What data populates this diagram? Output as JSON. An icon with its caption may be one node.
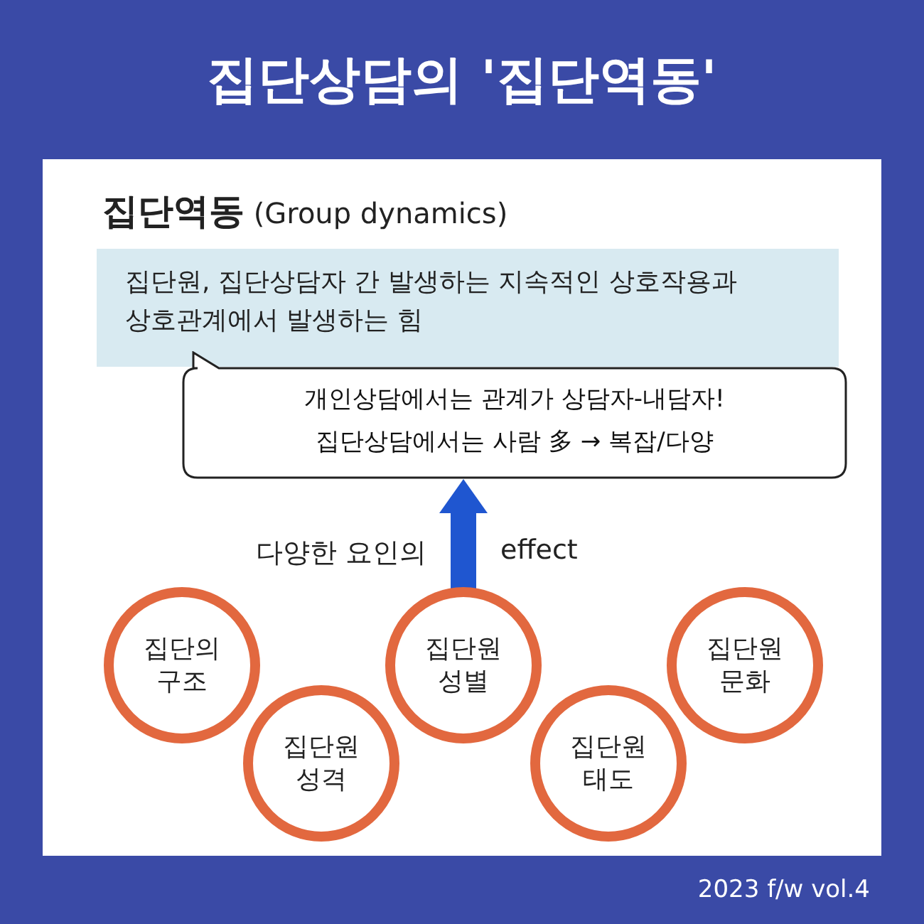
{
  "diagram": {
    "title": "집단상담의 '집단역동'",
    "caption": "2023 f/w vol.4",
    "nodes": [
      {
        "text": [
          "**집단역동** (Group dynamics)",
          "집단원, 집단상담자 간 발생하는 지속적인 상호작용과 상호관계에서 발생하는 힘"
        ]
      },
      {
        "text": [
          "개인상담에서는 관계가 상담자-내담자! 집단상담에서는 사람 多 → 복잡/다양"
        ]
      },
      {
        "text": [
          "집단의 구조"
        ]
      },
      {
        "text": [
          "집단원 성격"
        ]
      },
      {
        "text": [
          "집단원 성별"
        ]
      },
      {
        "text": [
          "집단원 태도"
        ]
      },
      {
        "text": [
          "집단원 문화"
        ]
      }
    ],
    "edges": [
      {
        "from": 4,
        "to": 1,
        "arrow": "to",
        "style": "thick",
        "color": "#1f56d0"
      }
    ],
    "labels": [
      "다양한 요인의",
      "effect"
    ]
  }
}
